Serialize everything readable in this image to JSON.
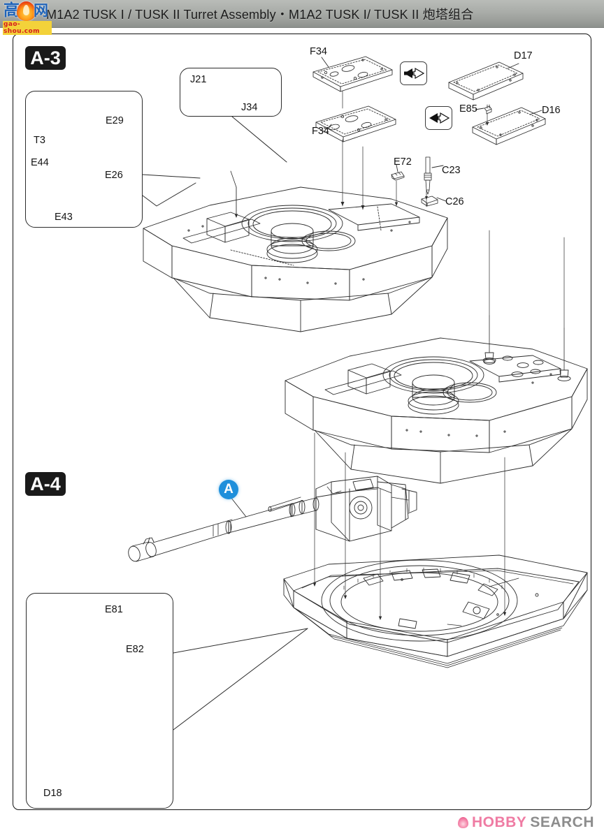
{
  "header": {
    "title": "M1A2 TUSK I / TUSK II Turret Assembly・M1A2 TUSK I/ TUSK II 炮塔组合",
    "watermark": {
      "char_left": "高",
      "char_right": "网",
      "url": "gao-shou.com",
      "flame_icon": "flame-icon"
    }
  },
  "steps": [
    {
      "id": "a3",
      "badge": "A-3"
    },
    {
      "id": "a4",
      "badge": "A-4"
    }
  ],
  "callouts": {
    "a3_detail": {
      "name": "A-3 sub-assembly detail",
      "parts": [
        "E29",
        "T3",
        "E44",
        "E26",
        "E43"
      ]
    },
    "j21_detail": {
      "name": "J21 / J34 detail",
      "parts": [
        "J21",
        "J34"
      ]
    },
    "a4_detail": {
      "name": "A-4 sub-assembly detail",
      "parts": [
        "E81",
        "E82",
        "D18"
      ]
    }
  },
  "part_labels": {
    "e29": "E29",
    "t3": "T3",
    "e44": "E44",
    "e26": "E26",
    "e43": "E43",
    "j21": "J21",
    "j34": "J34",
    "f34_top": "F34",
    "f34_bottom": "F34",
    "d17": "D17",
    "d16": "D16",
    "e85": "E85",
    "e72": "E72",
    "c23": "C23",
    "c26": "C26",
    "e81": "E81",
    "e82": "E82",
    "d18": "D18"
  },
  "markers": {
    "a": "A"
  },
  "icons": {
    "swap_1": "swap-arrows-icon",
    "swap_2": "swap-arrows-icon"
  },
  "footer": {
    "brand_primary": "HOBBY",
    "brand_secondary": "SEARCH",
    "flame_icon": "flame-icon"
  },
  "colors": {
    "marker_blue": "#1e8fdb",
    "badge_black": "#1a1a1a",
    "brand_pink": "#ef7ba3",
    "brand_gray": "#8d8d8d",
    "header_bar": "#a9aca8",
    "line_art": "#2b2b2b"
  }
}
